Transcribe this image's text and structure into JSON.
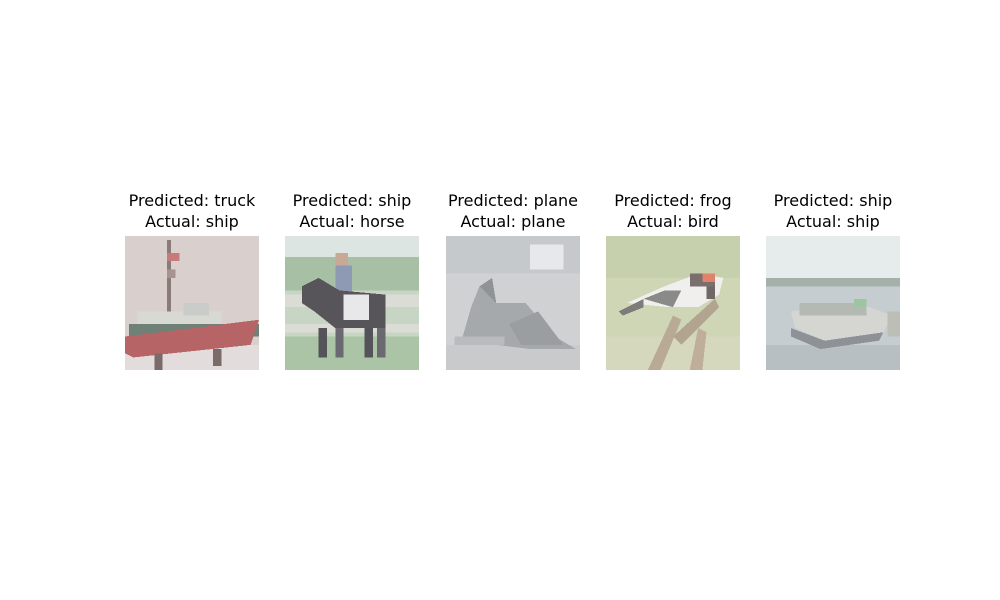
{
  "panels": [
    {
      "predicted_label": "Predicted: truck",
      "actual_label": "Actual: ship",
      "image": "tugboat-photo"
    },
    {
      "predicted_label": "Predicted: ship",
      "actual_label": "Actual: horse",
      "image": "horse-rider-photo"
    },
    {
      "predicted_label": "Predicted: plane",
      "actual_label": "Actual: plane",
      "image": "jet-plane-photo"
    },
    {
      "predicted_label": "Predicted: frog",
      "actual_label": "Actual: bird",
      "image": "bird-on-branch-photo"
    },
    {
      "predicted_label": "Predicted: ship",
      "actual_label": "Actual: ship",
      "image": "pontoon-boat-photo"
    }
  ]
}
